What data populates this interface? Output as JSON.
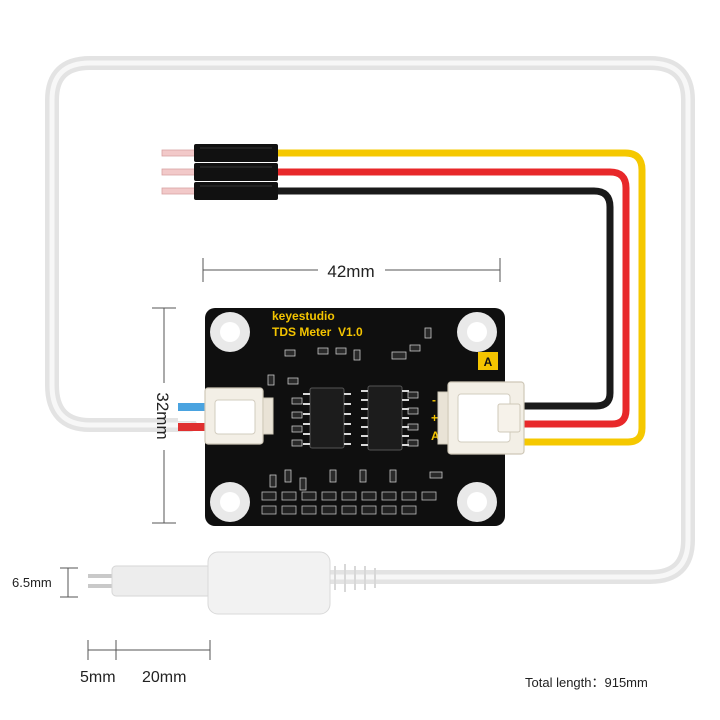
{
  "board": {
    "brand": "keyestudio",
    "model": "TDS Meter  V1.0",
    "port_tag": "A",
    "pin_labels": [
      "-",
      "+",
      "A"
    ]
  },
  "dimensions": {
    "width": "42mm",
    "height": "32mm",
    "probe_diameter": "6.5mm",
    "tip_length": "5mm",
    "body_length": "20mm"
  },
  "total_length": "Total length：915mm",
  "colors": {
    "pcb": "#111111",
    "silk_text": "#f4c400",
    "wire_black": "#1a1a1a",
    "wire_red": "#e8282a",
    "wire_yellow": "#f5c800",
    "probe_cable": "#e6e6e6",
    "connector": "#f3efe6"
  }
}
